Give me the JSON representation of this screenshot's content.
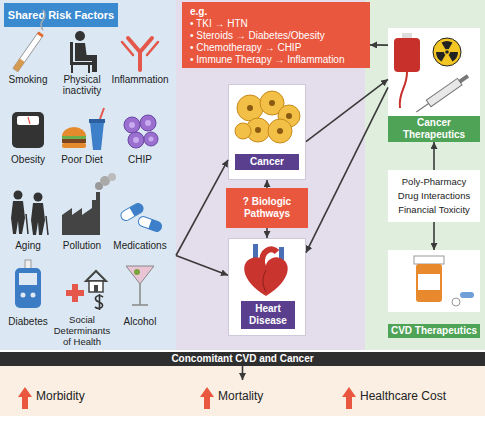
{
  "diagram": {
    "nodes": [
      {
        "text": [
          "Shared Risk Factors"
        ]
      },
      {
        "text": [
          "e.g.",
          "• TKI → HTN",
          "• Steroids → Diabetes/Obesity",
          "• Chemotherapy → CHIP",
          "• Immune Therapy → Inflammation"
        ]
      },
      {
        "text": [
          "Cancer"
        ]
      },
      {
        "text": [
          "? Biologic Pathways"
        ]
      },
      {
        "text": [
          "Heart Disease"
        ]
      },
      {
        "text": [
          "Cancer Therapeutics"
        ]
      },
      {
        "text": [
          "Poly-Pharmacy",
          "Drug Interactions",
          "Financial Toxicity"
        ]
      },
      {
        "text": [
          "CVD Therapeutics"
        ]
      },
      {
        "text": [
          "Concomitant CVD and Cancer"
        ]
      },
      {
        "text": [
          "Morbidity",
          "Mortality",
          "Healthcare Cost"
        ]
      }
    ],
    "edges": [
      {
        "from": 0,
        "to": 2,
        "arrow": "to"
      },
      {
        "from": 0,
        "to": 4,
        "arrow": "to"
      },
      {
        "from": 3,
        "to": 2,
        "arrow": "to"
      },
      {
        "from": 3,
        "to": 4,
        "arrow": "to"
      },
      {
        "from": 2,
        "to": 5,
        "arrow": "to"
      },
      {
        "from": 5,
        "to": 4,
        "arrow": "to"
      },
      {
        "from": 5,
        "to": 1,
        "arrow": "to"
      },
      {
        "from": 6,
        "to": 5,
        "arrow": "to"
      },
      {
        "from": 6,
        "to": 7,
        "arrow": "to"
      },
      {
        "from": 8,
        "to": 9,
        "arrow": "to"
      }
    ],
    "labels": [
      "Smoking",
      "Physical inactivity",
      "Inflammation",
      "Obesity",
      "Poor Diet",
      "CHIP",
      "Aging",
      "Pollution",
      "Medications",
      "Diabetes",
      "Social Determinants of Health",
      "Alcohol"
    ]
  }
}
